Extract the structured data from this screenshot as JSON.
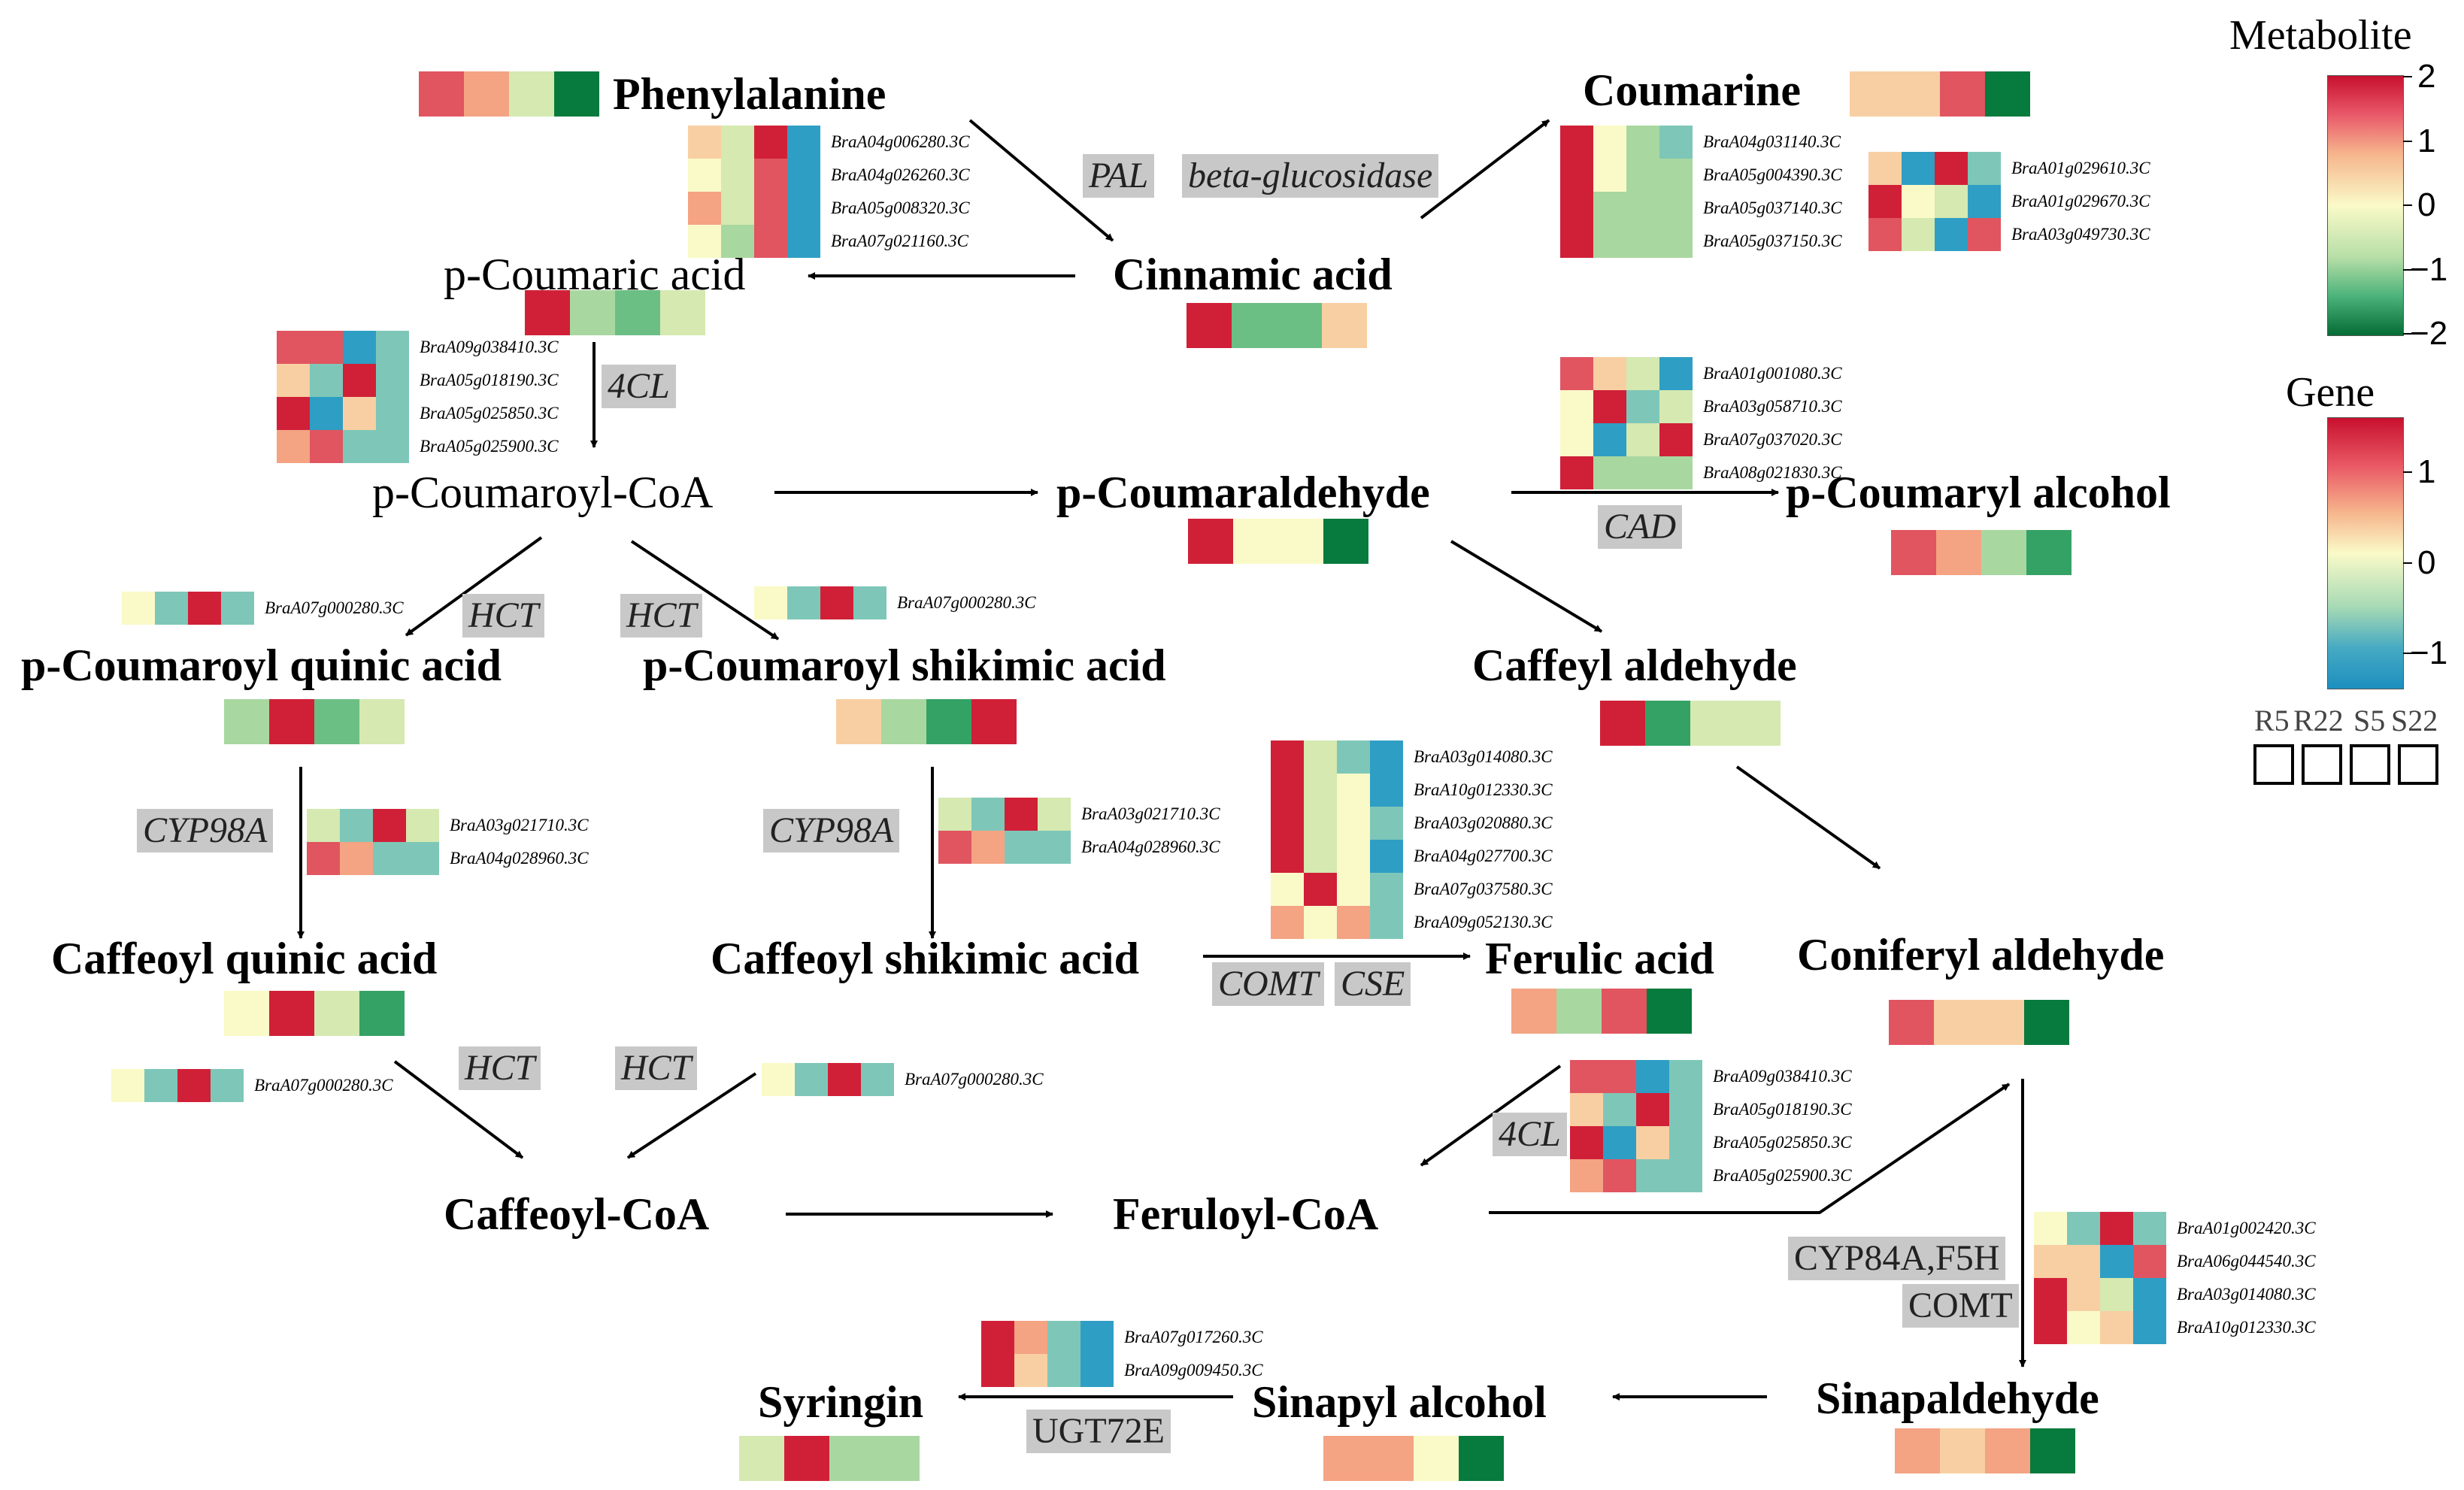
{
  "colors": {
    "dark_red": "#d02038",
    "red": "#e05560",
    "salmon": "#f4a383",
    "peach": "#f8cfa2",
    "pale_yellow": "#fafac8",
    "pale_green": "#d5e9b1",
    "light_green": "#a9d7a0",
    "mid_green": "#6cbf84",
    "green": "#34a265",
    "dark_green": "#077a3e",
    "teal": "#7ec7b8",
    "blue": "#2f9ec4"
  },
  "metabolites": {
    "phenylalanine": "Phenylalanine",
    "coumarine": "Coumarine",
    "p_coumaric_acid": "p-Coumaric acid",
    "cinnamic_acid": "Cinnamic acid",
    "p_coumaroyl_coa": "p-Coumaroyl-CoA",
    "p_coumaraldehyde": "p-Coumaraldehyde",
    "p_coumaryl_alcohol": "p-Coumaryl alcohol",
    "p_coumaroyl_quinic_acid": "p-Coumaroyl quinic acid",
    "p_coumaroyl_shikimic_acid": "p-Coumaroyl shikimic acid",
    "caffeyl_aldehyde": "Caffeyl aldehyde",
    "caffeoyl_quinic_acid": "Caffeoyl quinic acid",
    "caffeoyl_shikimic_acid": "Caffeoyl shikimic acid",
    "ferulic_acid": "Ferulic acid",
    "coniferyl_aldehyde": "Coniferyl aldehyde",
    "caffeoyl_coa": "Caffeoyl-CoA",
    "feruloyl_coa": "Feruloyl-CoA",
    "syringin": "Syringin",
    "sinapyl_alcohol": "Sinapyl alcohol",
    "sinapaldehyde": "Sinapaldehyde"
  },
  "enzymes": {
    "pal": "PAL",
    "beta_glucosidase": "beta-glucosidase",
    "four_cl_top": "4CL",
    "cad": "CAD",
    "hct_left": "HCT",
    "hct_right": "HCT",
    "cyp98a_left": "CYP98A",
    "cyp98a_right": "CYP98A",
    "comt_mid": "COMT",
    "cse": "CSE",
    "hct_bottom_left": "HCT",
    "hct_bottom_right": "HCT",
    "four_cl_bottom": "4CL",
    "cyp84a_f5h": "CYP84A,F5H",
    "comt_right": "COMT",
    "ugt72e": "UGT72E"
  },
  "metabolite_strips": {
    "phenylalanine": [
      "red",
      "salmon",
      "pale_green",
      "dark_green"
    ],
    "coumarine": [
      "peach",
      "peach",
      "red",
      "dark_green"
    ],
    "p_coumaric_acid": [
      "dark_red",
      "light_green",
      "mid_green",
      "pale_green"
    ],
    "cinnamic_acid": [
      "dark_red",
      "mid_green",
      "mid_green",
      "peach"
    ],
    "p_coumaraldehyde": [
      "dark_red",
      "pale_yellow",
      "pale_yellow",
      "dark_green"
    ],
    "p_coumaryl_alcohol": [
      "red",
      "salmon",
      "light_green",
      "green"
    ],
    "p_coumaroyl_quinic_acid": [
      "light_green",
      "dark_red",
      "mid_green",
      "pale_green"
    ],
    "p_coumaroyl_shikimic_acid": [
      "peach",
      "light_green",
      "green",
      "dark_red"
    ],
    "caffeyl_aldehyde": [
      "dark_red",
      "green",
      "pale_green",
      "pale_green"
    ],
    "caffeoyl_quinic_acid": [
      "pale_yellow",
      "dark_red",
      "pale_green",
      "green"
    ],
    "ferulic_acid": [
      "salmon",
      "light_green",
      "red",
      "dark_green"
    ],
    "coniferyl_aldehyde": [
      "red",
      "peach",
      "peach",
      "dark_green"
    ],
    "syringin": [
      "pale_green",
      "dark_red",
      "light_green",
      "light_green"
    ],
    "sinapyl_alcohol": [
      "salmon",
      "salmon",
      "pale_yellow",
      "dark_green"
    ],
    "sinapaldehyde": [
      "salmon",
      "peach",
      "salmon",
      "dark_green"
    ]
  },
  "gene_heatmaps": {
    "pal": {
      "genes": [
        "BraA04g006280.3C",
        "BraA04g026260.3C",
        "BraA05g008320.3C",
        "BraA07g021160.3C"
      ],
      "cells": [
        [
          "peach",
          "pale_green",
          "dark_red",
          "blue"
        ],
        [
          "pale_yellow",
          "pale_green",
          "red",
          "blue"
        ],
        [
          "salmon",
          "pale_green",
          "red",
          "blue"
        ],
        [
          "pale_yellow",
          "light_green",
          "red",
          "blue"
        ]
      ]
    },
    "beta_glucosidase_a": {
      "genes": [
        "BraA04g031140.3C",
        "BraA05g004390.3C",
        "BraA05g037140.3C",
        "BraA05g037150.3C"
      ],
      "cells": [
        [
          "dark_red",
          "pale_yellow",
          "light_green",
          "teal"
        ],
        [
          "dark_red",
          "pale_yellow",
          "light_green",
          "light_green"
        ],
        [
          "dark_red",
          "light_green",
          "light_green",
          "light_green"
        ],
        [
          "dark_red",
          "light_green",
          "light_green",
          "light_green"
        ]
      ]
    },
    "beta_glucosidase_b": {
      "genes": [
        "BraA01g029610.3C",
        "BraA01g029670.3C",
        "BraA03g049730.3C"
      ],
      "cells": [
        [
          "peach",
          "blue",
          "dark_red",
          "teal"
        ],
        [
          "dark_red",
          "pale_yellow",
          "pale_green",
          "blue"
        ],
        [
          "red",
          "pale_green",
          "blue",
          "red"
        ]
      ]
    },
    "four_cl_top": {
      "genes": [
        "BraA09g038410.3C",
        "BraA05g018190.3C",
        "BraA05g025850.3C",
        "BraA05g025900.3C"
      ],
      "cells": [
        [
          "red",
          "red",
          "blue",
          "teal"
        ],
        [
          "peach",
          "teal",
          "dark_red",
          "teal"
        ],
        [
          "dark_red",
          "blue",
          "peach",
          "teal"
        ],
        [
          "salmon",
          "red",
          "teal",
          "teal"
        ]
      ]
    },
    "cad": {
      "genes": [
        "BraA01g001080.3C",
        "BraA03g058710.3C",
        "BraA07g037020.3C",
        "BraA08g021830.3C"
      ],
      "cells": [
        [
          "red",
          "peach",
          "pale_green",
          "blue"
        ],
        [
          "pale_yellow",
          "dark_red",
          "teal",
          "pale_green"
        ],
        [
          "pale_yellow",
          "blue",
          "pale_green",
          "dark_red"
        ],
        [
          "dark_red",
          "light_green",
          "light_green",
          "light_green"
        ]
      ]
    },
    "hct_left": {
      "genes": [
        "BraA07g000280.3C"
      ],
      "cells": [
        [
          "pale_yellow",
          "teal",
          "dark_red",
          "teal"
        ]
      ]
    },
    "hct_right": {
      "genes": [
        "BraA07g000280.3C"
      ],
      "cells": [
        [
          "pale_yellow",
          "teal",
          "dark_red",
          "teal"
        ]
      ]
    },
    "cyp98a_left": {
      "genes": [
        "BraA03g021710.3C",
        "BraA04g028960.3C"
      ],
      "cells": [
        [
          "pale_green",
          "teal",
          "dark_red",
          "pale_green"
        ],
        [
          "red",
          "salmon",
          "teal",
          "teal"
        ]
      ]
    },
    "cyp98a_right": {
      "genes": [
        "BraA03g021710.3C",
        "BraA04g028960.3C"
      ],
      "cells": [
        [
          "pale_green",
          "teal",
          "dark_red",
          "pale_green"
        ],
        [
          "red",
          "salmon",
          "teal",
          "teal"
        ]
      ]
    },
    "comt_cse": {
      "genes": [
        "BraA03g014080.3C",
        "BraA10g012330.3C",
        "BraA03g020880.3C",
        "BraA04g027700.3C",
        "BraA07g037580.3C",
        "BraA09g052130.3C"
      ],
      "cells": [
        [
          "dark_red",
          "pale_green",
          "teal",
          "blue"
        ],
        [
          "dark_red",
          "pale_green",
          "pale_yellow",
          "blue"
        ],
        [
          "dark_red",
          "pale_green",
          "pale_yellow",
          "teal"
        ],
        [
          "dark_red",
          "pale_green",
          "pale_yellow",
          "blue"
        ],
        [
          "pale_yellow",
          "dark_red",
          "pale_yellow",
          "teal"
        ],
        [
          "salmon",
          "pale_yellow",
          "salmon",
          "teal"
        ]
      ]
    },
    "hct_bottom_left": {
      "genes": [
        "BraA07g000280.3C"
      ],
      "cells": [
        [
          "pale_yellow",
          "teal",
          "dark_red",
          "teal"
        ]
      ]
    },
    "hct_bottom_right": {
      "genes": [
        "BraA07g000280.3C"
      ],
      "cells": [
        [
          "pale_yellow",
          "teal",
          "dark_red",
          "teal"
        ]
      ]
    },
    "four_cl_bottom": {
      "genes": [
        "BraA09g038410.3C",
        "BraA05g018190.3C",
        "BraA05g025850.3C",
        "BraA05g025900.3C"
      ],
      "cells": [
        [
          "red",
          "red",
          "blue",
          "teal"
        ],
        [
          "peach",
          "teal",
          "dark_red",
          "teal"
        ],
        [
          "dark_red",
          "blue",
          "peach",
          "teal"
        ],
        [
          "salmon",
          "red",
          "teal",
          "teal"
        ]
      ]
    },
    "cyp84a_comt": {
      "genes": [
        "BraA01g002420.3C",
        "BraA06g044540.3C",
        "BraA03g014080.3C",
        "BraA10g012330.3C"
      ],
      "cells": [
        [
          "pale_yellow",
          "teal",
          "dark_red",
          "teal"
        ],
        [
          "peach",
          "peach",
          "blue",
          "red"
        ],
        [
          "dark_red",
          "peach",
          "pale_green",
          "blue"
        ],
        [
          "dark_red",
          "pale_yellow",
          "peach",
          "blue"
        ]
      ]
    },
    "ugt72e": {
      "genes": [
        "BraA07g017260.3C",
        "BraA09g009450.3C"
      ],
      "cells": [
        [
          "dark_red",
          "salmon",
          "teal",
          "blue"
        ],
        [
          "dark_red",
          "peach",
          "teal",
          "blue"
        ]
      ]
    }
  },
  "legend": {
    "metabolite_title": "Metabolite",
    "metabolite_ticks": [
      "2",
      "1",
      "0",
      "−1",
      "−2"
    ],
    "gene_title": "Gene",
    "gene_ticks": [
      "1",
      "0",
      "−1"
    ],
    "samples": [
      "R5",
      "R22",
      "S5",
      "S22"
    ]
  }
}
